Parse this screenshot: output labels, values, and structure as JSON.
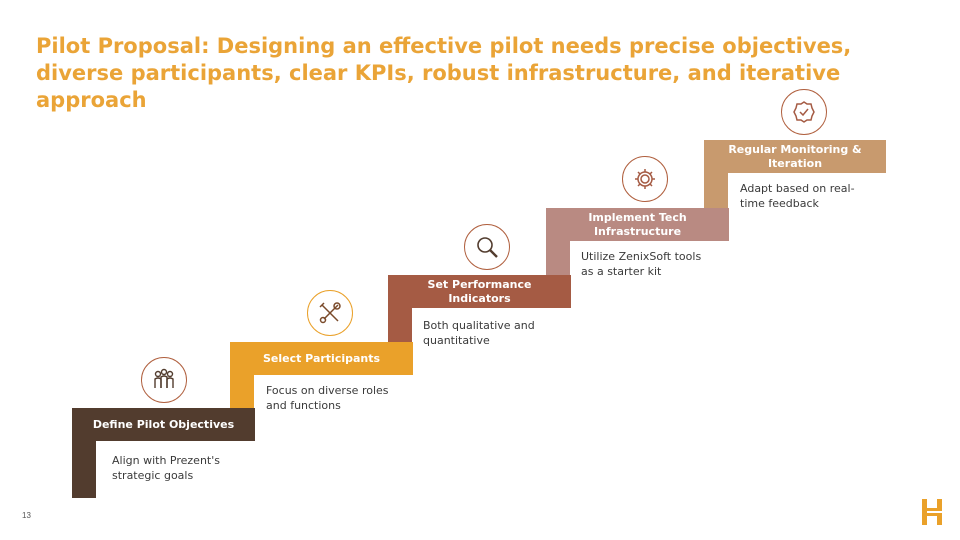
{
  "title": "Pilot Proposal: Designing an effective pilot needs precise objectives, diverse participants, clear KPIs, robust infrastructure, and iterative approach",
  "steps": [
    {
      "label": "Define Pilot Objectives",
      "description": "Align with Prezent's strategic goals",
      "icon": "team-icon",
      "color": "#523c2e"
    },
    {
      "label": "Select Participants",
      "description": "Focus on diverse roles and functions",
      "icon": "tools-icon",
      "color": "#eaa12a"
    },
    {
      "label": "Set Performance Indicators",
      "description": "Both qualitative and quantitative",
      "icon": "magnifier-icon",
      "color": "#a55b44"
    },
    {
      "label": "Implement Tech Infrastructure",
      "description": "Utilize ZenixSoft tools as a starter kit",
      "icon": "gear-icon",
      "color": "#b98a82"
    },
    {
      "label": "Regular Monitoring & Iteration",
      "description": "Adapt based on real-time feedback",
      "icon": "check-badge-icon",
      "color": "#c89a6e"
    }
  ],
  "page_number": "13",
  "logo": "company-logo"
}
